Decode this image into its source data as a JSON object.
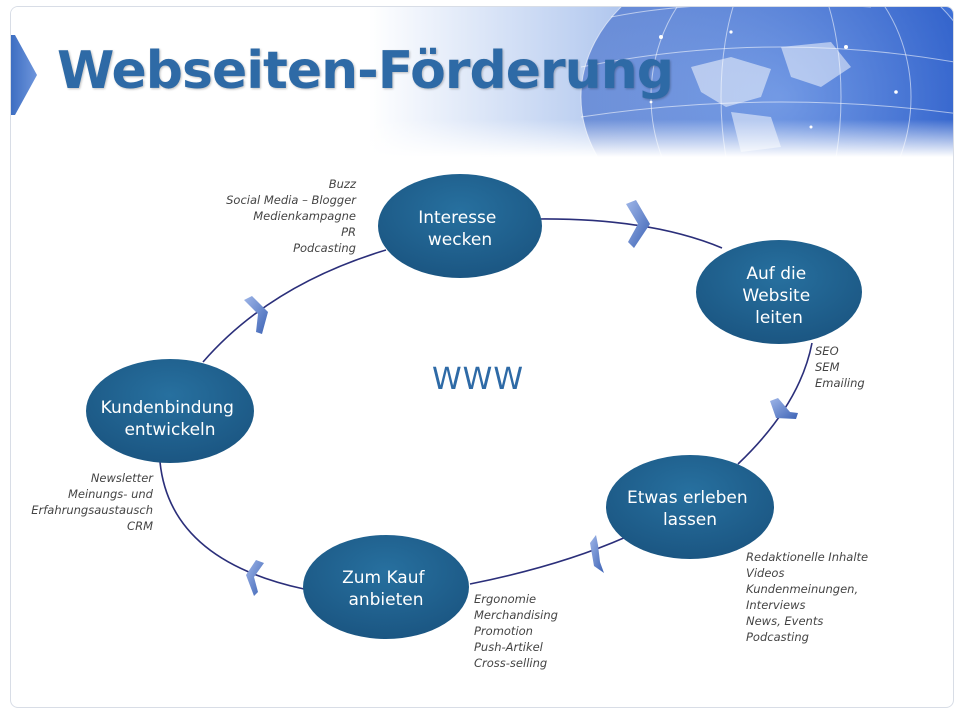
{
  "title": "Webseiten-Förderung",
  "colors": {
    "title": "#2e6aa6",
    "node_fill": "#1f5f8b",
    "ring": "#2b2f7a",
    "arrow": "#5a7fc0",
    "annotation_text": "#444444"
  },
  "center_label": "WWW",
  "nodes": [
    {
      "id": "interesse",
      "label_lines": [
        "Interesse",
        "wecken"
      ]
    },
    {
      "id": "website",
      "label_lines": [
        "Auf die",
        "Website",
        "leiten"
      ]
    },
    {
      "id": "erleben",
      "label_lines": [
        "Etwas erleben",
        "lassen"
      ]
    },
    {
      "id": "kauf",
      "label_lines": [
        "Zum Kauf",
        "anbieten"
      ]
    },
    {
      "id": "kundenbindung",
      "label_lines": [
        "Kundenbindung",
        "entwickeln"
      ]
    }
  ],
  "annotations": {
    "interesse": [
      "Buzz",
      "Social Media – Blogger",
      "Medienkampagne",
      "PR",
      "Podcasting"
    ],
    "website": [
      "SEO",
      "SEM",
      "Emailing"
    ],
    "erleben": [
      "Redaktionelle Inhalte",
      "Videos",
      "Kundenmeinungen,",
      "Interviews",
      "News, Events",
      "Podcasting"
    ],
    "kauf": [
      "Ergonomie",
      "Merchandising",
      "Promotion",
      "Push-Artikel",
      "Cross-selling"
    ],
    "kundenbindung": [
      "Newsletter",
      "Meinungs- und",
      "Erfahrungsaustausch",
      "CRM"
    ]
  }
}
